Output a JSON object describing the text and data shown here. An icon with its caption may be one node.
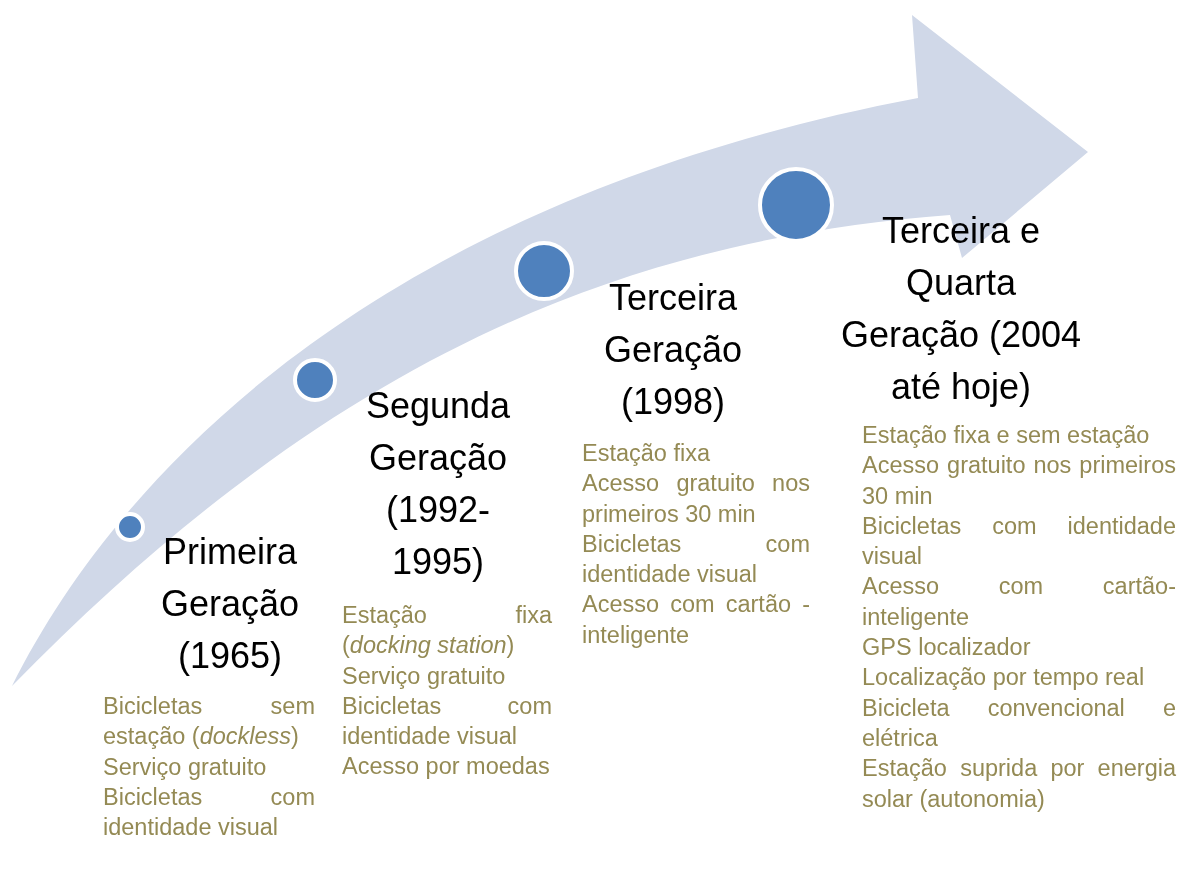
{
  "diagram": {
    "labels": [
      "Primeira Geração (1965)",
      "Bicicletas sem estação (*dockless*)",
      "Serviço gratuito",
      "Bicicletas com identidade visual",
      "Segunda Geração (1992-1995)",
      "Estação fixa (*docking station*)",
      "Serviço gratuito",
      "Bicicletas com identidade visual",
      "Acesso por moedas",
      "Terceira Geração (1998)",
      "Estação fixa",
      "Acesso gratuito nos primeiros 30 min",
      "Bicicletas com identidade visual",
      "Acesso com cartão -inteligente",
      "Terceira e Quarta Geração (2004 até hoje)",
      "Estação fixa e sem estação",
      "Acesso gratuito nos primeiros 30 min",
      "Bicicletas com identidade visual",
      "Acesso com cartão-inteligente",
      "GPS localizador",
      "Localização por tempo real",
      "Bicicleta convencional e elétrica",
      "Estação suprida por energia solar (autonomia)"
    ]
  }
}
